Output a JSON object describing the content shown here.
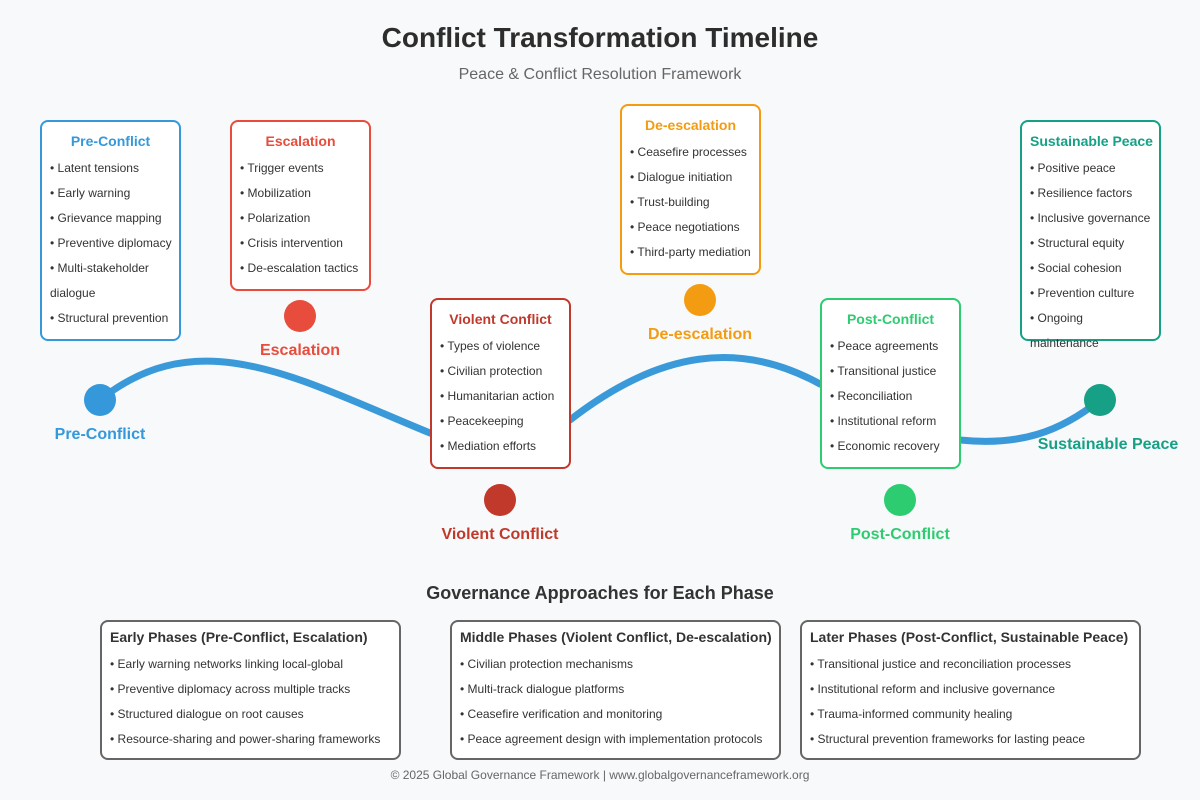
{
  "header": {
    "title": "Conflict Transformation Timeline",
    "subtitle": "Peace & Conflict Resolution Framework"
  },
  "colors": {
    "timeline": "#3a9ad9",
    "pre_conflict": "#3498db",
    "escalation": "#e74c3c",
    "violent_conflict": "#c0392b",
    "de_escalation": "#f39c12",
    "post_conflict": "#2ecc71",
    "sustainable_peace": "#16a085"
  },
  "phases": [
    {
      "node_label": "Pre-Conflict",
      "card_title": "Pre-Conflict",
      "items": [
        "Latent tensions",
        "Early warning",
        "Grievance mapping",
        "Preventive diplomacy",
        "Multi-stakeholder dialogue",
        "Structural prevention"
      ]
    },
    {
      "node_label": "Escalation",
      "card_title": "Escalation",
      "items": [
        "Trigger events",
        "Mobilization",
        "Polarization",
        "Crisis intervention",
        "De-escalation tactics"
      ]
    },
    {
      "node_label": "Violent Conflict",
      "card_title": "Violent Conflict",
      "items": [
        "Types of violence",
        "Civilian protection",
        "Humanitarian action",
        "Peacekeeping",
        "Mediation efforts"
      ]
    },
    {
      "node_label": "De-escalation",
      "card_title": "De-escalation",
      "items": [
        "Ceasefire processes",
        "Dialogue initiation",
        "Trust-building",
        "Peace negotiations",
        "Third-party mediation"
      ]
    },
    {
      "node_label": "Post-Conflict",
      "card_title": "Post-Conflict",
      "items": [
        "Peace agreements",
        "Transitional justice",
        "Reconciliation",
        "Institutional reform",
        "Economic recovery"
      ]
    },
    {
      "node_label": "Sustainable Peace",
      "card_title": "Sustainable Peace",
      "items": [
        "Positive peace",
        "Resilience factors",
        "Inclusive governance",
        "Structural equity",
        "Social cohesion",
        "Prevention culture",
        "Ongoing maintenance"
      ]
    }
  ],
  "governance": {
    "title": "Governance Approaches for Each Phase",
    "boxes": [
      {
        "title": "Early Phases (Pre-Conflict, Escalation)",
        "items": [
          "Early warning networks linking local-global",
          "Preventive diplomacy across multiple tracks",
          "Structured dialogue on root causes",
          "Resource-sharing and power-sharing frameworks"
        ]
      },
      {
        "title": "Middle Phases (Violent Conflict, De-escalation)",
        "items": [
          "Civilian protection mechanisms",
          "Multi-track dialogue platforms",
          "Ceasefire verification and monitoring",
          "Peace agreement design with implementation protocols"
        ]
      },
      {
        "title": "Later Phases (Post-Conflict, Sustainable Peace)",
        "items": [
          "Transitional justice and reconciliation processes",
          "Institutional reform and inclusive governance",
          "Trauma-informed community healing",
          "Structural prevention frameworks for lasting peace"
        ]
      }
    ]
  },
  "footer": "© 2025 Global Governance Framework | www.globalgovernanceframework.org"
}
